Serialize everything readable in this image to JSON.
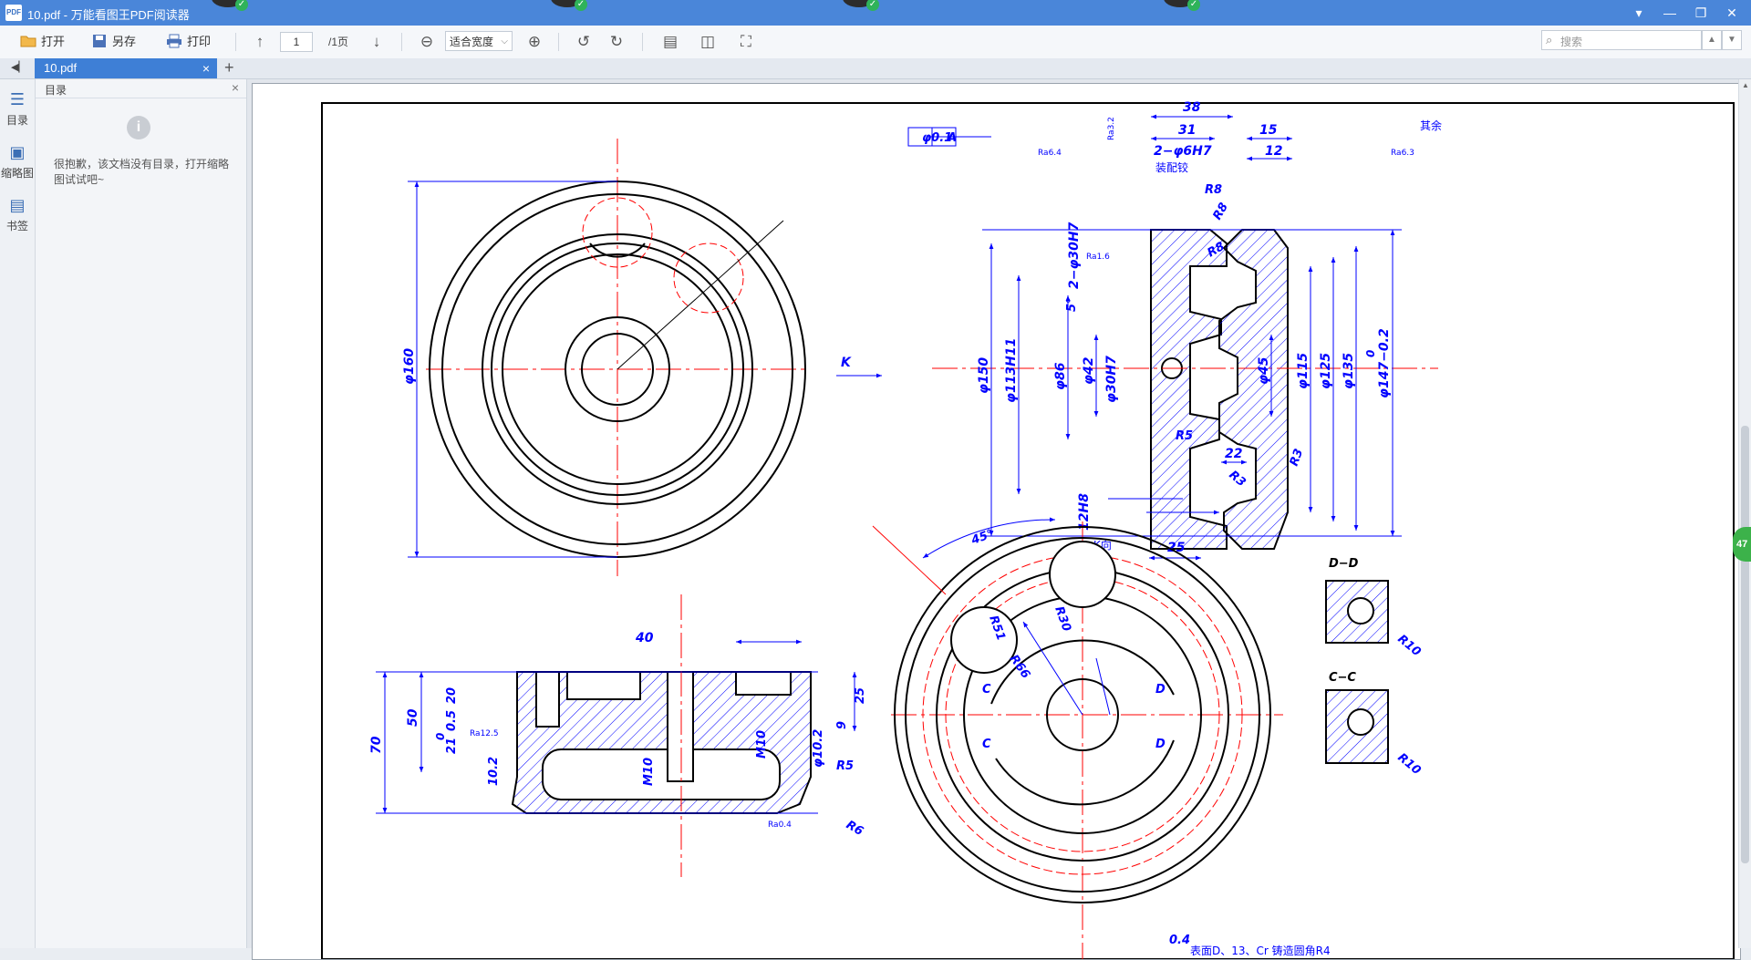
{
  "window": {
    "title": "10.pdf - 万能看图王PDF阅读器",
    "app_icon": "PDF",
    "min": "—",
    "restore": "❐",
    "close": "✕",
    "menu": "▾"
  },
  "toolbar": {
    "open": "打开",
    "save_as": "另存",
    "print": "打印",
    "page_current": "1",
    "page_total": "/1页",
    "zoom_mode": "适合宽度",
    "search_placeholder": "搜索"
  },
  "tabs": {
    "doc_tab": "10.pdf",
    "close": "×",
    "new": "+"
  },
  "rail": {
    "outline": "目录",
    "thumbnails": "缩略图",
    "bookmarks": "书签"
  },
  "outline_panel": {
    "title": "目录",
    "info_glyph": "i",
    "message": "很抱歉，该文档没有目录，打开缩略图试试吧~"
  },
  "badge": "47",
  "drawing": {
    "labels": {
      "d160": "φ160",
      "tol": "φ0.1",
      "tol_ref": "A",
      "dim38": "38",
      "dim31": "31",
      "hole": "2−φ6H7",
      "hole_note": "装配铰",
      "ra32": "Ra3.2",
      "ra6": "Ra6.4",
      "ra63": "Ra6.3",
      "ra16": "Ra1.6",
      "dim15": "15",
      "dim12": "12",
      "other": "其余",
      "d30h7_2": "2−φ30H7",
      "five": "5°",
      "r8a": "R8",
      "r8b": "R8",
      "r8c": "R8",
      "k": "K",
      "d150": "φ150",
      "d113": "φ113H11",
      "d86": "φ86",
      "d42": "φ42",
      "d30h7": "φ30H7",
      "d45": "φ45",
      "d115": "φ115",
      "d125": "φ125",
      "d135": "φ135",
      "d147": "φ147−0.2",
      "zero": "0",
      "r5": "R5",
      "dim22": "22",
      "r3a": "R3",
      "r3b": "R3",
      "d12h8": "12H8",
      "dim25": "25",
      "kview": "K向",
      "deg45": "45°",
      "r51": "R51",
      "r30": "R30",
      "r66": "R66",
      "c": "C",
      "dsec": "D",
      "dd": "D−D",
      "cc": "C−C",
      "r10": "R10",
      "dim40": "40",
      "dim70": "70",
      "dim50": "50",
      "dim20": "20",
      "tol05": "0.5",
      "dim21": "21",
      "zero2": "0",
      "d102": "10.2",
      "m10a": "M10",
      "m10b": "M10",
      "d102b": "φ10.2",
      "r5b": "R5",
      "r6": "R6",
      "dim25b": "25",
      "dim9": "9",
      "ra125": "Ra12.5",
      "ra04": "Ra0.4",
      "note": "表面D、13、Cr 铸造圆角R4",
      "note04": "0.4"
    },
    "colors": {
      "outline": "#000000",
      "dimension": "#0000ff",
      "centerline": "#ff0000",
      "hatch": "#0000ff"
    }
  }
}
